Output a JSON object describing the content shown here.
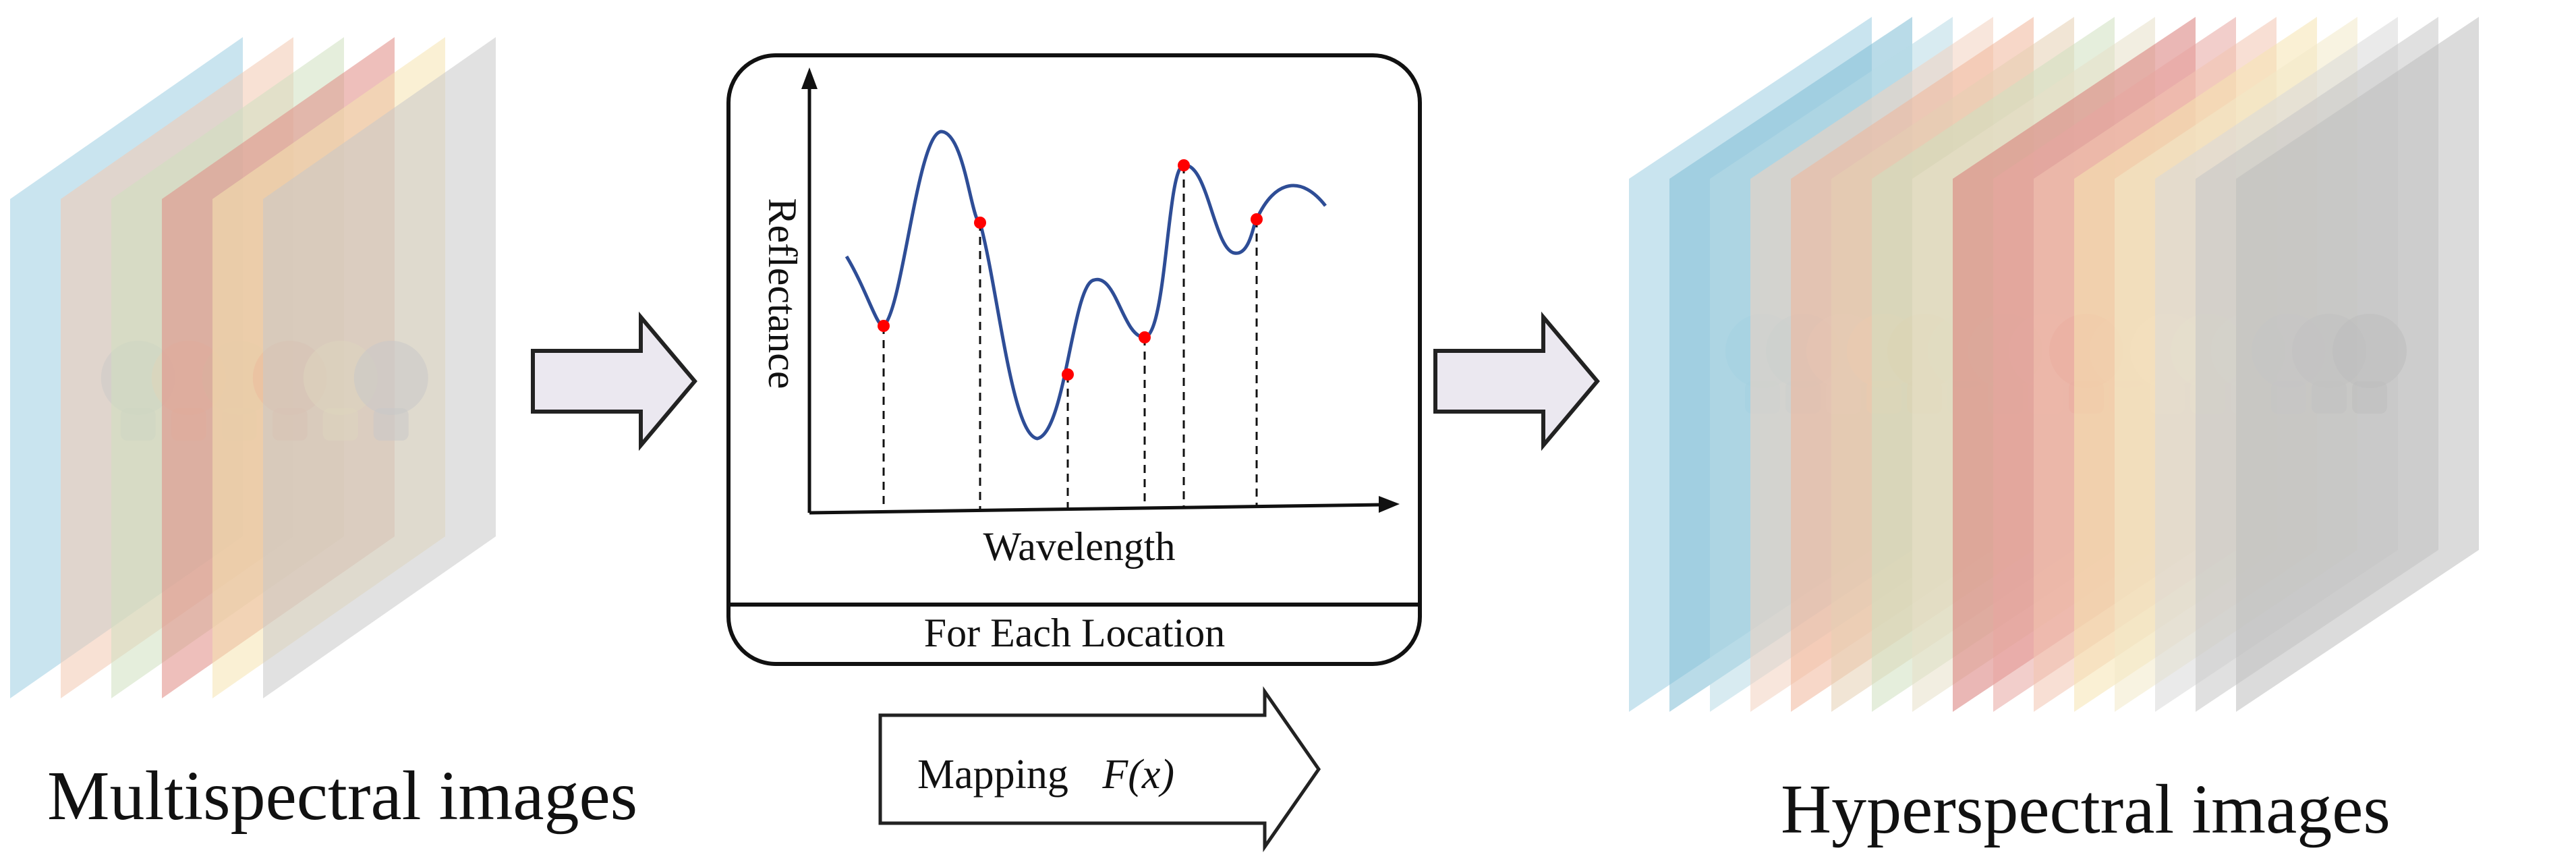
{
  "diagram": {
    "multispectral_label": "Multispectral images",
    "hyperspectral_label": "Hyperspectral images",
    "spectral_plot": {
      "y_axis_label": "Reflectance",
      "x_axis_label": "Wavelength",
      "footer_label": "For Each Location"
    },
    "mapping_label": "Mapping",
    "mapping_function": "F(x)",
    "colors": {
      "sample_point": "#ff0000",
      "curve": "#2e4d96",
      "arrow_fill": "#ebe8f0",
      "arrow_stroke": "#222222"
    },
    "multispectral_band_colors": [
      "#9ccde2",
      "#f2c8b0",
      "#cfe0bf",
      "#e08a84",
      "#f5e3b0",
      "#c8c8c8"
    ],
    "hyperspectral_band_colors": [
      "#9ccde2",
      "#7fbdd6",
      "#b8dbe6",
      "#f2d2c0",
      "#f0b79a",
      "#e6cfb3",
      "#cfe0bf",
      "#e8e0c8",
      "#d97c78",
      "#e8a6a0",
      "#f2c4b0",
      "#f5e3b0",
      "#f3e9c8",
      "#d8d8d8",
      "#c6c6c6",
      "#bdbdbd"
    ]
  }
}
